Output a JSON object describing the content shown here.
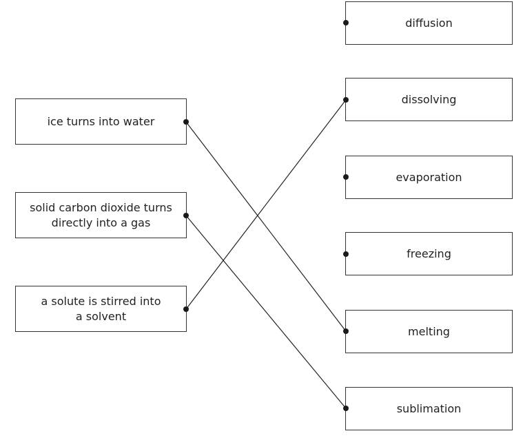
{
  "left_items": [
    {
      "id": "L1",
      "label": "ice turns into water"
    },
    {
      "id": "L2",
      "label": "solid carbon dioxide turns directly into a gas"
    },
    {
      "id": "L3",
      "label": "a solute is stirred into a solvent"
    }
  ],
  "right_items": [
    {
      "id": "R1",
      "label": "diffusion"
    },
    {
      "id": "R2",
      "label": "dissolving"
    },
    {
      "id": "R3",
      "label": "evaporation"
    },
    {
      "id": "R4",
      "label": "freezing"
    },
    {
      "id": "R5",
      "label": "melting"
    },
    {
      "id": "R6",
      "label": "sublimation"
    }
  ],
  "connections": [
    {
      "from": "L1",
      "to": "R5"
    },
    {
      "from": "L2",
      "to": "R6"
    },
    {
      "from": "L3",
      "to": "R2"
    }
  ]
}
